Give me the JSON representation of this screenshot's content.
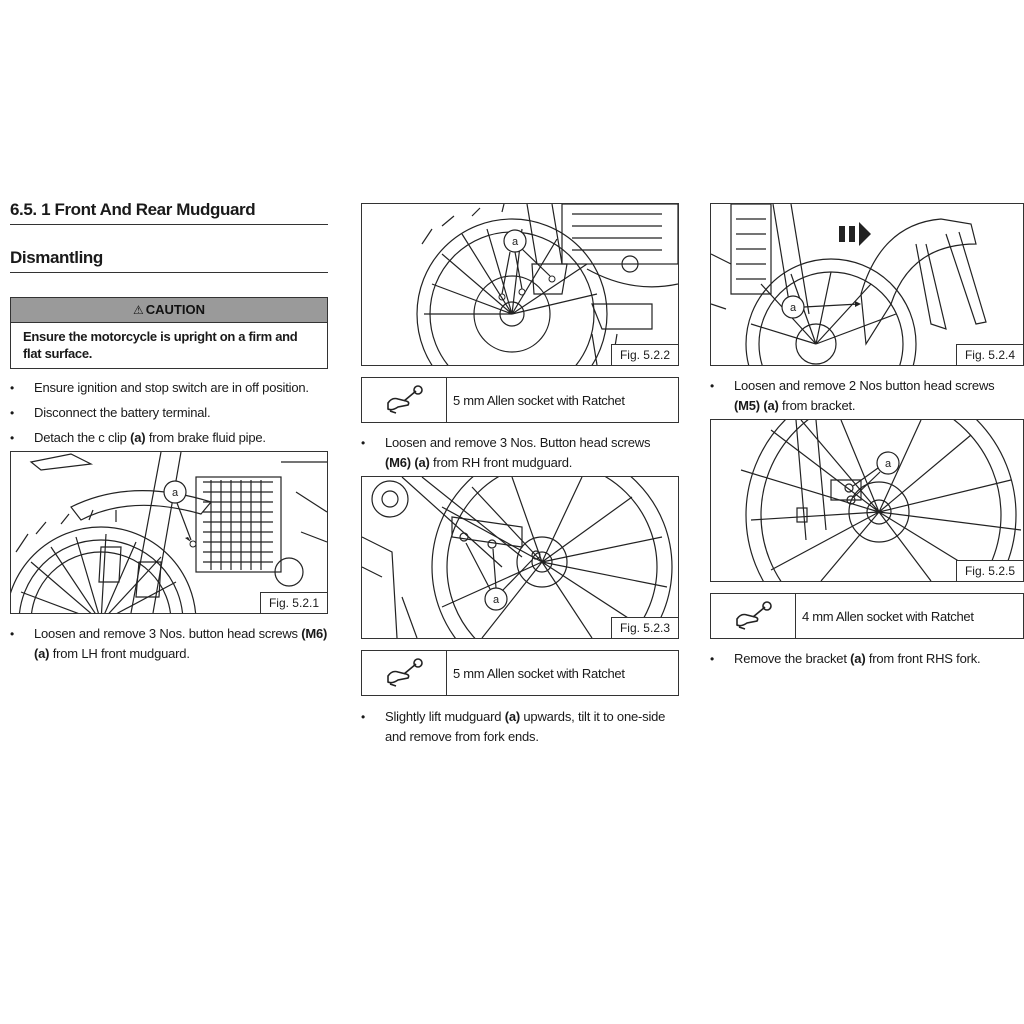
{
  "section_title": "6.5. 1 Front And Rear Mudguard",
  "subsection_title": "Dismantling",
  "caution": {
    "heading": "CAUTION",
    "text": "Ensure the motorcycle is upright on a firm and flat surface."
  },
  "col1": {
    "bullets": [
      {
        "pre": "Ensure ignition and stop switch are in off position.",
        "bold": "",
        "post": ""
      },
      {
        "pre": "Disconnect the battery terminal.",
        "bold": "",
        "post": ""
      },
      {
        "pre": "Detach the c clip ",
        "bold": "(a)",
        "post": " from brake fluid pipe."
      }
    ],
    "figure_label": "Fig. 5.2.1",
    "after_bullet": {
      "pre": "Loosen and remove 3 Nos. button  head screws ",
      "bold": "(M6) (a)",
      "post": " from LH front mudguard."
    }
  },
  "col2": {
    "fig1_label": "Fig. 5.2.2",
    "tool1": "5 mm Allen socket with Ratchet",
    "bullet1": {
      "pre": "Loosen and remove 3 Nos. Button  head screws ",
      "bold": "(M6) (a)",
      "post": " from RH front mudguard."
    },
    "fig2_label": "Fig. 5.2.3",
    "tool2": "5 mm Allen socket with Ratchet",
    "bullet2": {
      "pre": "Slightly lift mudguard ",
      "bold": "(a)",
      "post": " upwards, tilt it to one-side and remove from fork ends."
    }
  },
  "col3": {
    "fig1_label": "Fig. 5.2.4",
    "bullet1": {
      "pre": "Loosen and remove 2 Nos button head screws ",
      "bold": "(M5) (a)",
      "post": " from bracket."
    },
    "fig2_label": "Fig. 5.2.5",
    "tool": "4 mm Allen socket with Ratchet",
    "bullet2": {
      "pre": "Remove the bracket ",
      "bold": "(a)",
      "post": " from front RHS fork."
    }
  },
  "callout_letter": "a",
  "icons": [
    "caution-triangle-icon",
    "wrench-hand-icon"
  ]
}
